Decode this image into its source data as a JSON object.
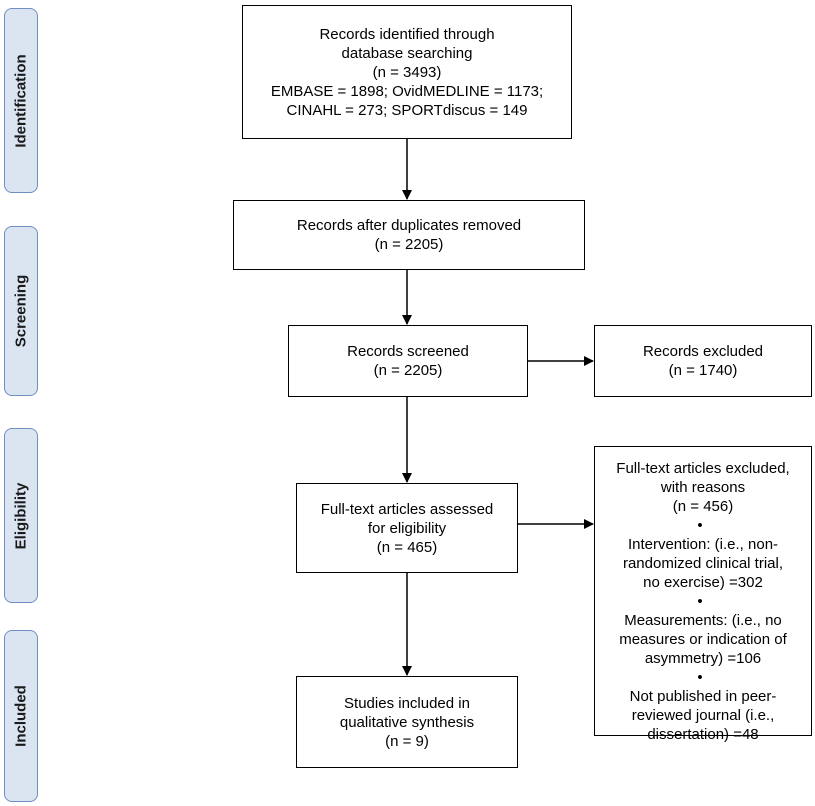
{
  "stages": [
    {
      "id": "identification",
      "label": "Identification"
    },
    {
      "id": "screening",
      "label": "Screening"
    },
    {
      "id": "eligibility",
      "label": "Eligibility"
    },
    {
      "id": "included",
      "label": "Included"
    }
  ],
  "boxes": {
    "identified": {
      "lines": [
        "Records identified through",
        "database searching",
        "(n = 3493)",
        "EMBASE = 1898;  OvidMEDLINE = 1173;",
        "CINAHL = 273;  SPORTdiscus = 149"
      ]
    },
    "after_duplicates": {
      "lines": [
        "Records after duplicates removed",
        "(n = 2205)"
      ]
    },
    "screened": {
      "lines": [
        "Records screened",
        "(n = 2205)"
      ]
    },
    "excluded": {
      "lines": [
        "Records excluded",
        "(n = 1740)"
      ]
    },
    "fulltext_assessed": {
      "lines": [
        "Full-text articles assessed",
        "for eligibility",
        "(n = 465)"
      ]
    },
    "fulltext_excluded": {
      "header_lines": [
        "Full-text articles excluded,",
        "with reasons",
        "(n =  456)"
      ],
      "bullets": [
        {
          "lines": [
            "Intervention: (i.e., non-",
            "randomized clinical trial,",
            "no exercise) =302"
          ]
        },
        {
          "lines": [
            "Measurements: (i.e., no",
            "measures or indication of",
            "asymmetry) =106"
          ]
        },
        {
          "lines": [
            "Not published in peer-",
            "reviewed journal (i.e.,",
            "dissertation) =48"
          ]
        }
      ]
    },
    "included": {
      "lines": [
        "Studies included in",
        "qualitative synthesis",
        "(n =  9)"
      ]
    }
  }
}
